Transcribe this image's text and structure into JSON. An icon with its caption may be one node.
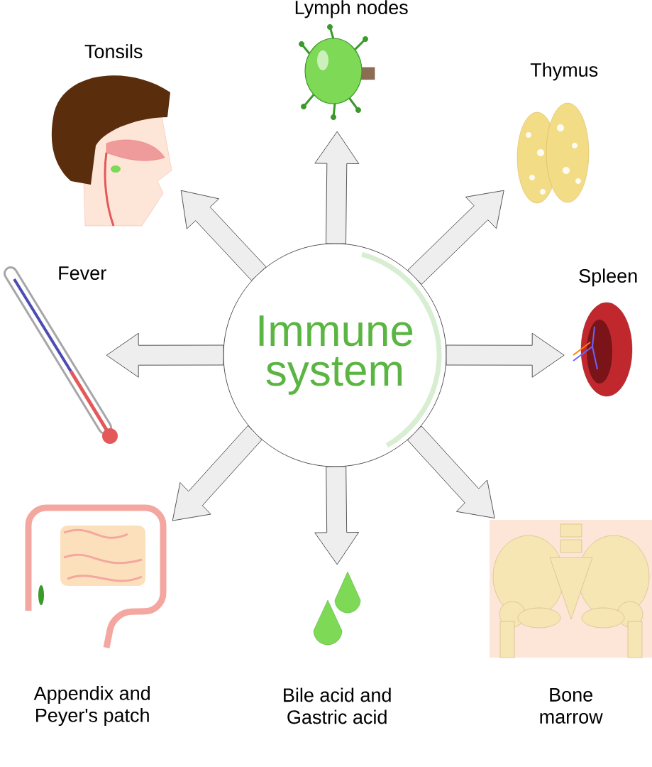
{
  "diagram": {
    "nodes": [
      {
        "text": [
          "Immune system"
        ]
      },
      {
        "text": [
          "Lymph nodes"
        ]
      },
      {
        "text": [
          "Thymus"
        ]
      },
      {
        "text": [
          "Spleen"
        ]
      },
      {
        "text": [
          "Bone marrow"
        ]
      },
      {
        "text": [
          "Bile acid and Gastric acid"
        ]
      },
      {
        "text": [
          "Appendix and Peyer's patch"
        ]
      },
      {
        "text": [
          "Fever"
        ]
      },
      {
        "text": [
          "Tonsils"
        ]
      }
    ],
    "edges": [
      {
        "from": 0,
        "to": 1,
        "arrow": "to"
      },
      {
        "from": 0,
        "to": 2,
        "arrow": "to"
      },
      {
        "from": 0,
        "to": 3,
        "arrow": "to"
      },
      {
        "from": 0,
        "to": 4,
        "arrow": "to"
      },
      {
        "from": 0,
        "to": 5,
        "arrow": "to"
      },
      {
        "from": 0,
        "to": 6,
        "arrow": "to"
      },
      {
        "from": 0,
        "to": 7,
        "arrow": "to"
      },
      {
        "from": 0,
        "to": 8,
        "arrow": "to"
      }
    ]
  }
}
